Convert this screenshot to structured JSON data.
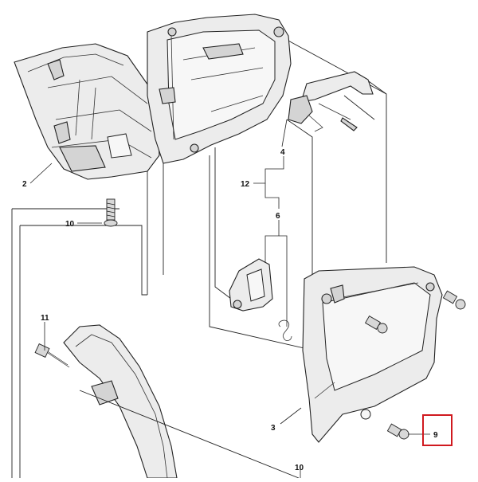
{
  "callouts": {
    "c2": "2",
    "c10a": "10",
    "c4": "4",
    "c12": "12",
    "c6": "6",
    "c11": "11",
    "c3": "3",
    "c9": "9",
    "c10b": "10"
  },
  "colors": {
    "line": "#222222",
    "part_fill": "#ececec",
    "highlight_box": "#d0191f"
  }
}
